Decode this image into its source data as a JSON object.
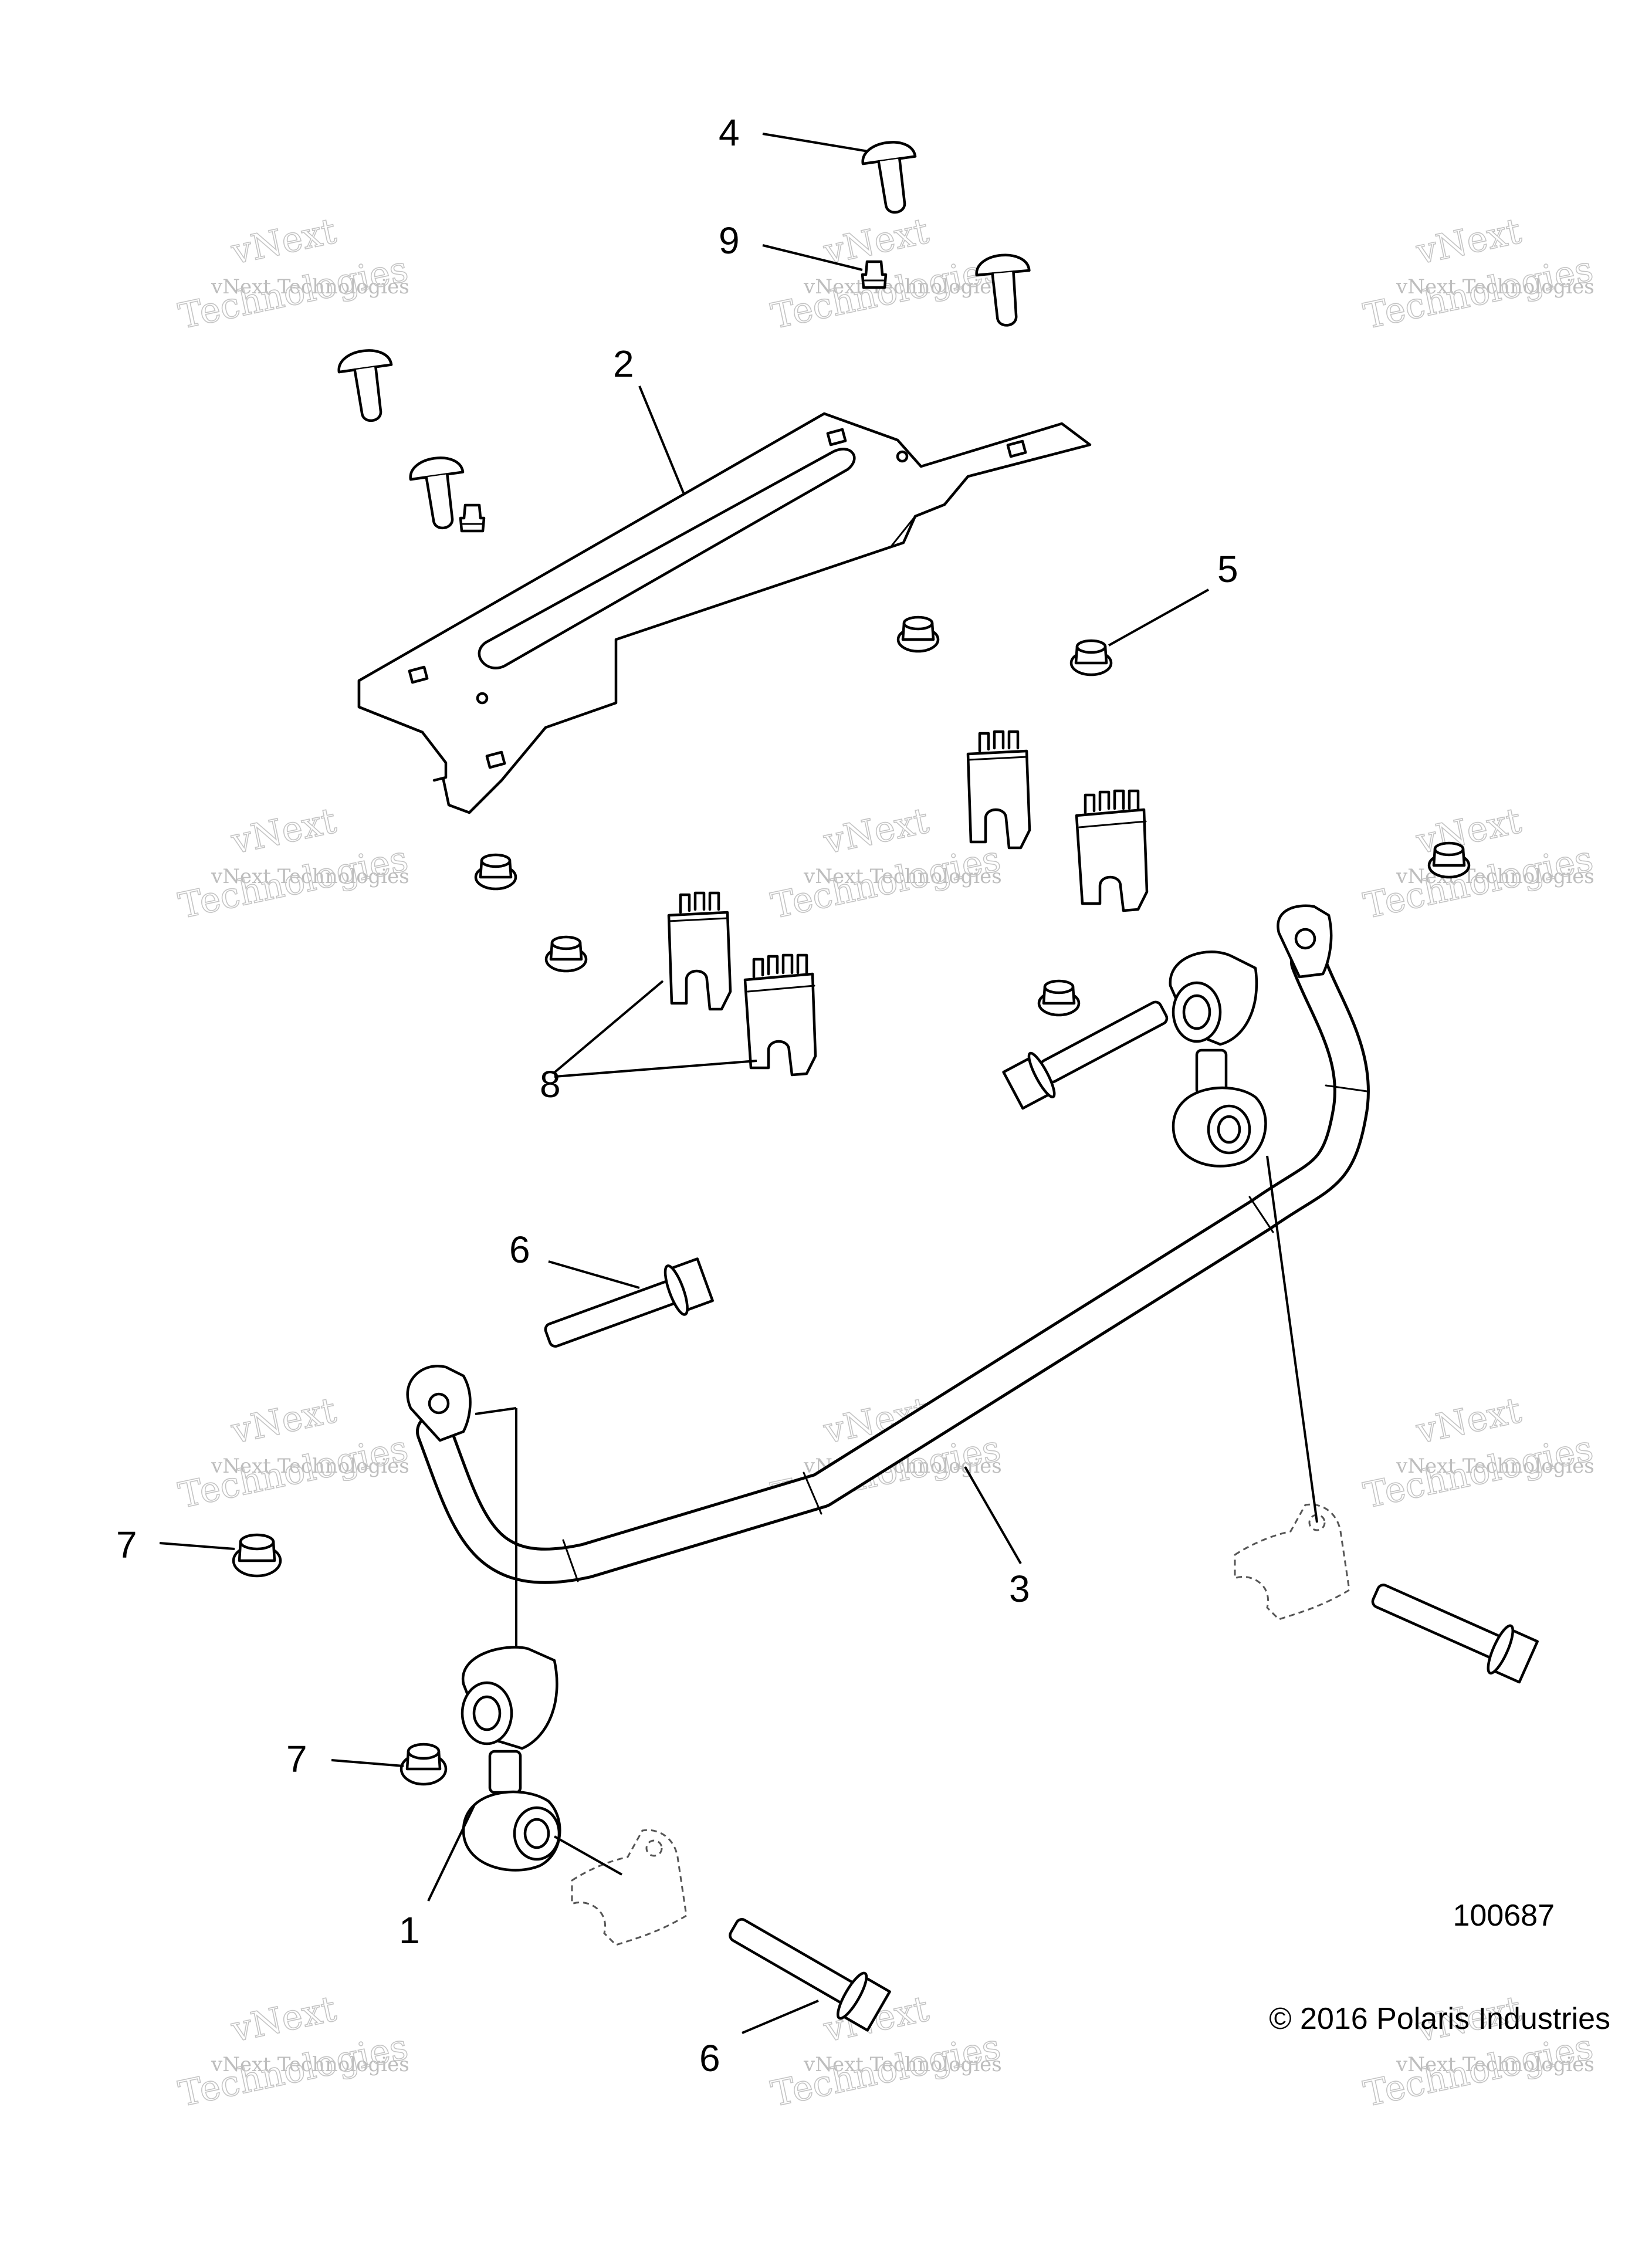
{
  "diagram": {
    "callouts": [
      {
        "id": "c4",
        "label": "4"
      },
      {
        "id": "c9",
        "label": "9"
      },
      {
        "id": "c2",
        "label": "2"
      },
      {
        "id": "c5",
        "label": "5"
      },
      {
        "id": "c8",
        "label": "8"
      },
      {
        "id": "c6a",
        "label": "6"
      },
      {
        "id": "c7a",
        "label": "7"
      },
      {
        "id": "c3",
        "label": "3"
      },
      {
        "id": "c7b",
        "label": "7"
      },
      {
        "id": "c1",
        "label": "1"
      },
      {
        "id": "c6b",
        "label": "6"
      }
    ],
    "figure_number": "100687",
    "copyright": "© 2016 Polaris Industries",
    "watermark": {
      "line1": "vNext Technologies",
      "line2": "vNext",
      "line3": "Technologies"
    }
  }
}
